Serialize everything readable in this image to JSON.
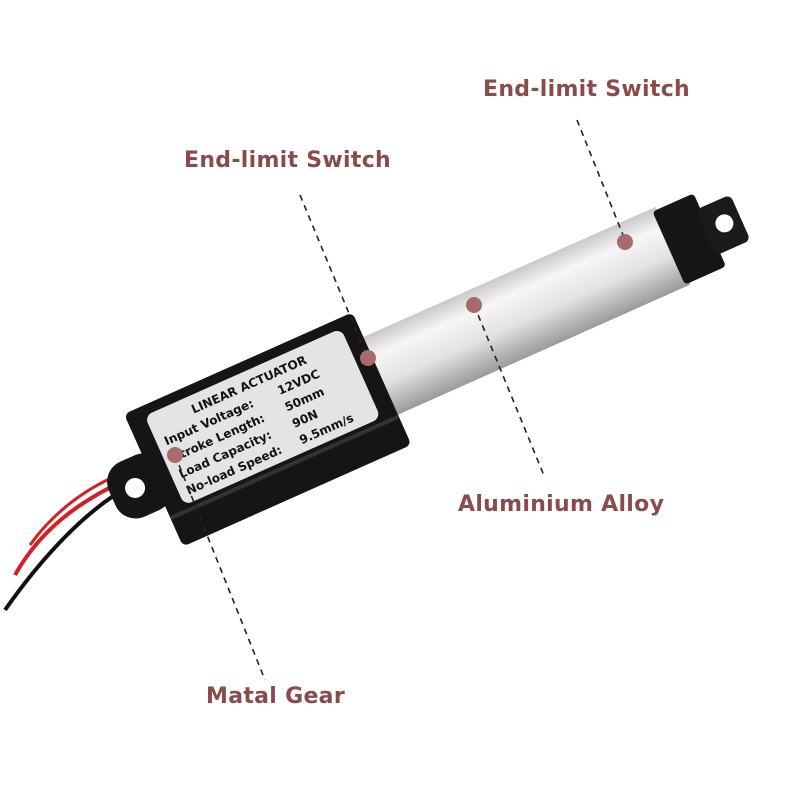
{
  "callouts": {
    "end_limit_switch_top": "End-limit Switch",
    "end_limit_switch_mid": "End-limit Switch",
    "aluminium_alloy": "Aluminium Alloy",
    "metal_gear": "Matal Gear"
  },
  "product_label": {
    "title": "LINEAR ACTUATOR",
    "rows": [
      {
        "key": "Input Voltage:",
        "value": "12VDC"
      },
      {
        "key": "Stroke Length:",
        "value": "50mm"
      },
      {
        "key": "Load Capacity:",
        "value": "90N"
      },
      {
        "key": "No-load Speed:",
        "value": "9.5mm/s"
      }
    ]
  },
  "colors": {
    "callout_text": "#8a4b4b",
    "callout_dot": "#a86b6b",
    "housing": "#151515",
    "tube": "#e6e6e6",
    "wire_red": "#d42020",
    "wire_black": "#111111"
  }
}
